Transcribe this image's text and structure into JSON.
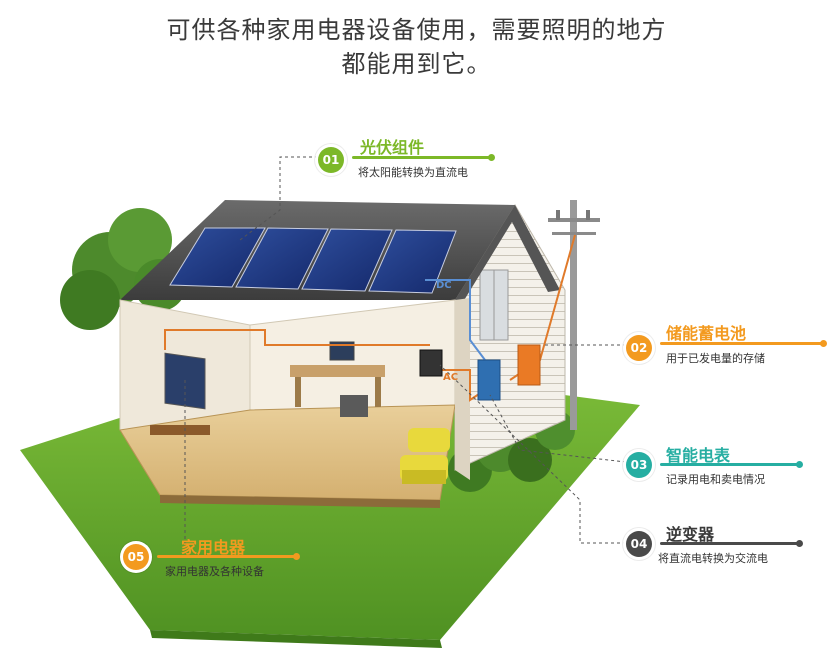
{
  "heading": {
    "line1": "可供各种家用电器设备使用，需要照明的地方",
    "line2": "都能用到它。"
  },
  "colors": {
    "green": "#7cb828",
    "orange": "#f39a1f",
    "teal": "#26aea2",
    "dark": "#4a4a4a"
  },
  "diagram_labels": {
    "dc": "DC",
    "ac": "AC"
  },
  "callouts": [
    {
      "num": "01",
      "title": "光伏组件",
      "desc": "将太阳能转换为直流电"
    },
    {
      "num": "02",
      "title": "储能蓄电池",
      "desc": "用于已发电量的存储"
    },
    {
      "num": "03",
      "title": "智能电表",
      "desc": "记录用电和卖电情况"
    },
    {
      "num": "04",
      "title": "逆变器",
      "desc": "将直流电转换为交流电"
    },
    {
      "num": "05",
      "title": "家用电器",
      "desc": "家用电器及各种设备"
    }
  ]
}
